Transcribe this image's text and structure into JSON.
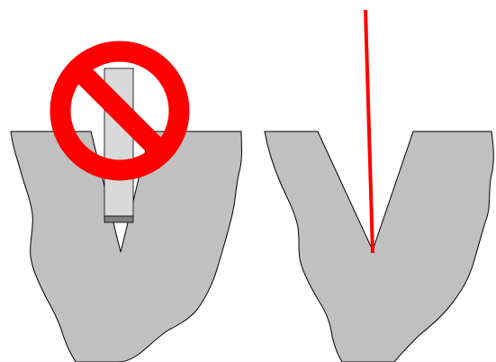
{
  "figure": {
    "panels": [
      {
        "name": "incorrect-technique",
        "tool": "wide-probe",
        "overlay": "no-entry-sign"
      },
      {
        "name": "correct-technique",
        "tool": "thin-line",
        "overlay": "none"
      }
    ]
  },
  "colors": {
    "background": "#ffffff",
    "tissue_fill": "#c0c0c0",
    "tissue_stroke": "#000000",
    "probe_fill": "#d9d9d9",
    "probe_tip": "#808080",
    "prohibition_red": "#ff0000",
    "line_red": "#ff0000"
  },
  "icons": {
    "prohibition": "no-entry-icon"
  }
}
